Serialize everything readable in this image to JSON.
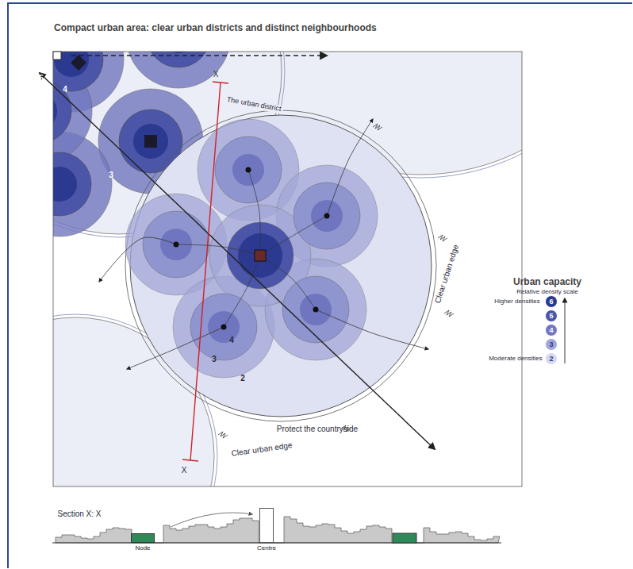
{
  "diagram": {
    "title": "Compact urban area: clear urban districts and distinct neighbourhoods",
    "nodes": [
      {
        "text": [
          "Node"
        ]
      },
      {
        "text": [
          "Centre"
        ]
      }
    ],
    "labels": [
      "The urban district",
      "Clear urban edge",
      "Clear urban edge",
      "Protect the countryside",
      "X",
      "X",
      "5",
      "4",
      "3",
      "4",
      "3",
      "2",
      "Section X: X",
      "Urban capacity",
      "Relative density scale",
      "Higher densities",
      "Moderate densities"
    ],
    "legend": [
      {
        "text": "6",
        "color": "#2b3990"
      },
      {
        "text": "5",
        "color": "#4b56a8"
      },
      {
        "text": "4",
        "color": "#7278c0"
      },
      {
        "text": "3",
        "color": "#a3a7d8"
      },
      {
        "text": "2",
        "color": "#d6d9ee"
      }
    ]
  }
}
